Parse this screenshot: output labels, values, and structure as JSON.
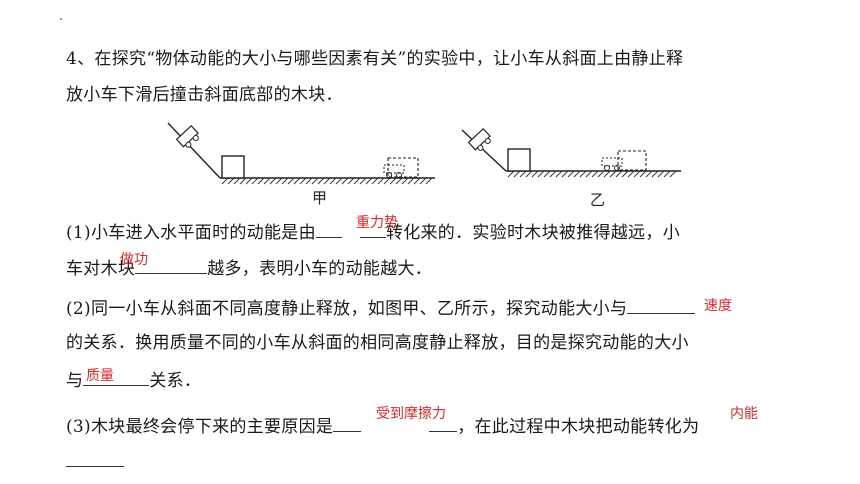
{
  "question": {
    "line1": "4、在探究“物体动能的大小与哪些因素有关”的实验中，让小车从斜面上由静止释",
    "line2": "放小车下滑后撞击斜面底部的木块．",
    "p1_a": "(1)小车进入水平面时的动能是由",
    "p1_b": "转化来的．实验时木块被推得越远，小",
    "p1_c": "车对木块",
    "p1_d": "越多，表明小车的动能越大．",
    "p2_a": "(2)同一小车从斜面不同高度静止释放，如图甲、乙所示，探究动能大小与",
    "p2_b": "的关系．换用质量不同的小车从斜面的相同高度静止释放，目的是探究动能的大小",
    "p2_c": "与",
    "p2_d": "关系．",
    "p3_a": "(3)木块最终会停下来的主要原因是",
    "p3_b": "，在此过程中木块把动能转化为"
  },
  "figures": {
    "left_label": "甲",
    "right_label": "乙"
  },
  "answers": {
    "a1": "重力势",
    "a2": "做功",
    "a3": "速度",
    "a4": "质量",
    "a5": "受到摩擦力",
    "a6": "内能"
  },
  "colors": {
    "answer": "#e0262a",
    "text": "#1a1a1a"
  }
}
